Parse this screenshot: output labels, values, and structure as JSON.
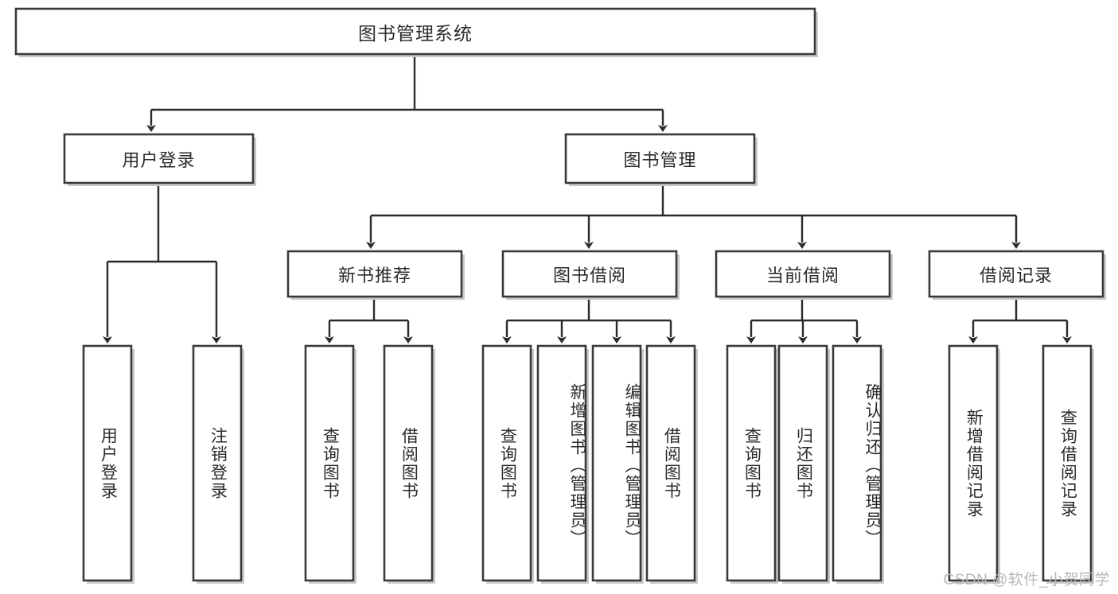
{
  "diagram": {
    "type": "tree",
    "title": "图书管理系统",
    "watermark": "CSDN @软件_小贺同学",
    "colors": {
      "box_stroke": "#3a3a3a",
      "box_fill": "#ffffff",
      "edge": "#2b2b2b",
      "text": "#2b2b2b",
      "watermark": "#b8b8b8"
    },
    "root": {
      "id": "root",
      "label": "图书管理系统",
      "orientation": "horizontal"
    },
    "level1": [
      {
        "id": "user-login",
        "label": "用户登录",
        "orientation": "horizontal"
      },
      {
        "id": "book-manage",
        "label": "图书管理",
        "orientation": "horizontal"
      }
    ],
    "level2": [
      {
        "id": "new-book-recommend",
        "label": "新书推荐",
        "orientation": "horizontal",
        "parent": "book-manage"
      },
      {
        "id": "book-borrow",
        "label": "图书借阅",
        "orientation": "horizontal",
        "parent": "book-manage"
      },
      {
        "id": "current-borrow",
        "label": "当前借阅",
        "orientation": "horizontal",
        "parent": "book-manage"
      },
      {
        "id": "borrow-record",
        "label": "借阅记录",
        "orientation": "horizontal",
        "parent": "book-manage"
      }
    ],
    "leaves": [
      {
        "id": "leaf-user-login",
        "label": "用户登录",
        "orientation": "vertical",
        "parent": "user-login"
      },
      {
        "id": "leaf-user-logout",
        "label": "注销登录",
        "orientation": "vertical",
        "parent": "user-login"
      },
      {
        "id": "leaf-query-book-1",
        "label": "查询图书",
        "orientation": "vertical",
        "parent": "new-book-recommend"
      },
      {
        "id": "leaf-borrow-book-1",
        "label": "借阅图书",
        "orientation": "vertical",
        "parent": "new-book-recommend"
      },
      {
        "id": "leaf-query-book-2",
        "label": "查询图书",
        "orientation": "vertical",
        "parent": "book-borrow"
      },
      {
        "id": "leaf-add-book",
        "label": "新增图书（管理员）",
        "orientation": "vertical",
        "parent": "book-borrow"
      },
      {
        "id": "leaf-edit-book",
        "label": "编辑图书（管理员）",
        "orientation": "vertical",
        "parent": "book-borrow"
      },
      {
        "id": "leaf-borrow-book-2",
        "label": "借阅图书",
        "orientation": "vertical",
        "parent": "book-borrow"
      },
      {
        "id": "leaf-query-book-3",
        "label": "查询图书",
        "orientation": "vertical",
        "parent": "current-borrow"
      },
      {
        "id": "leaf-return-book",
        "label": "归还图书",
        "orientation": "vertical",
        "parent": "current-borrow"
      },
      {
        "id": "leaf-confirm-return",
        "label": "确认归还（管理员）",
        "orientation": "vertical",
        "parent": "current-borrow"
      },
      {
        "id": "leaf-add-record",
        "label": "新增借阅记录",
        "orientation": "vertical",
        "parent": "borrow-record"
      },
      {
        "id": "leaf-query-record",
        "label": "查询借阅记录",
        "orientation": "vertical",
        "parent": "borrow-record"
      }
    ]
  }
}
